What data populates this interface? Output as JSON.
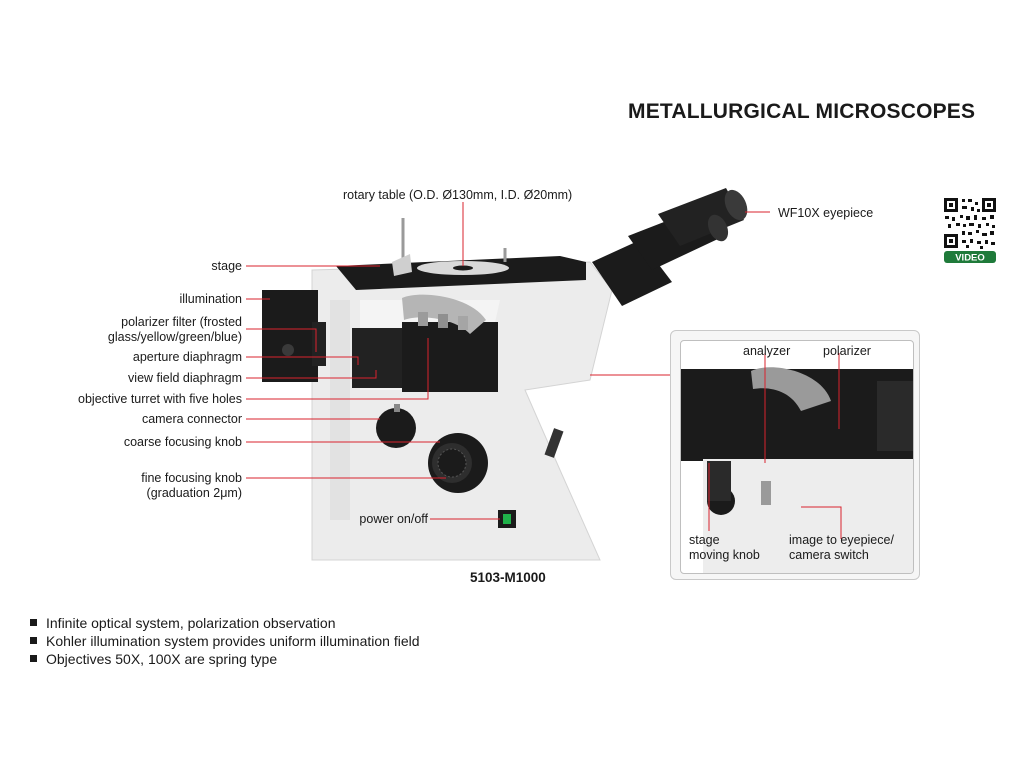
{
  "title": "METALLURGICAL MICROSCOPES",
  "labels": {
    "rotary_table": "rotary table (O.D. Ø130mm, I.D. Ø20mm)",
    "eyepiece": "WF10X eyepiece",
    "stage": "stage",
    "illumination": "illumination",
    "polarizer_filter_line1": "polarizer filter (frosted",
    "polarizer_filter_line2": "glass/yellow/green/blue)",
    "aperture_diaphragm": "aperture diaphragm",
    "view_field_diaphragm": "view field diaphragm",
    "objective_turret": "objective turret with five holes",
    "camera_connector": "camera connector",
    "coarse_focusing_knob": "coarse focusing knob",
    "fine_focusing_knob_line1": "fine focusing knob",
    "fine_focusing_knob_line2": "(graduation 2μm)",
    "power": "power on/off"
  },
  "inset": {
    "analyzer": "analyzer",
    "polarizer": "polarizer",
    "stage_knob_line1": "stage",
    "stage_knob_line2": "moving knob",
    "switch_line1": "image to eyepiece/",
    "switch_line2": "camera switch"
  },
  "model": "5103-M1000",
  "qr_badge": "VIDEO",
  "features": [
    "Infinite optical system, polarization observation",
    "Kohler illumination system provides uniform illumination field",
    "Objectives 50X, 100X are spring type"
  ],
  "colors": {
    "leader_line": "#d9232e",
    "body_white": "#eeeeee",
    "body_black": "#1b1b1b",
    "qr_green": "#1f7a3a"
  },
  "icons": {
    "qr": "qr-code-icon",
    "power": "power-switch-icon"
  }
}
